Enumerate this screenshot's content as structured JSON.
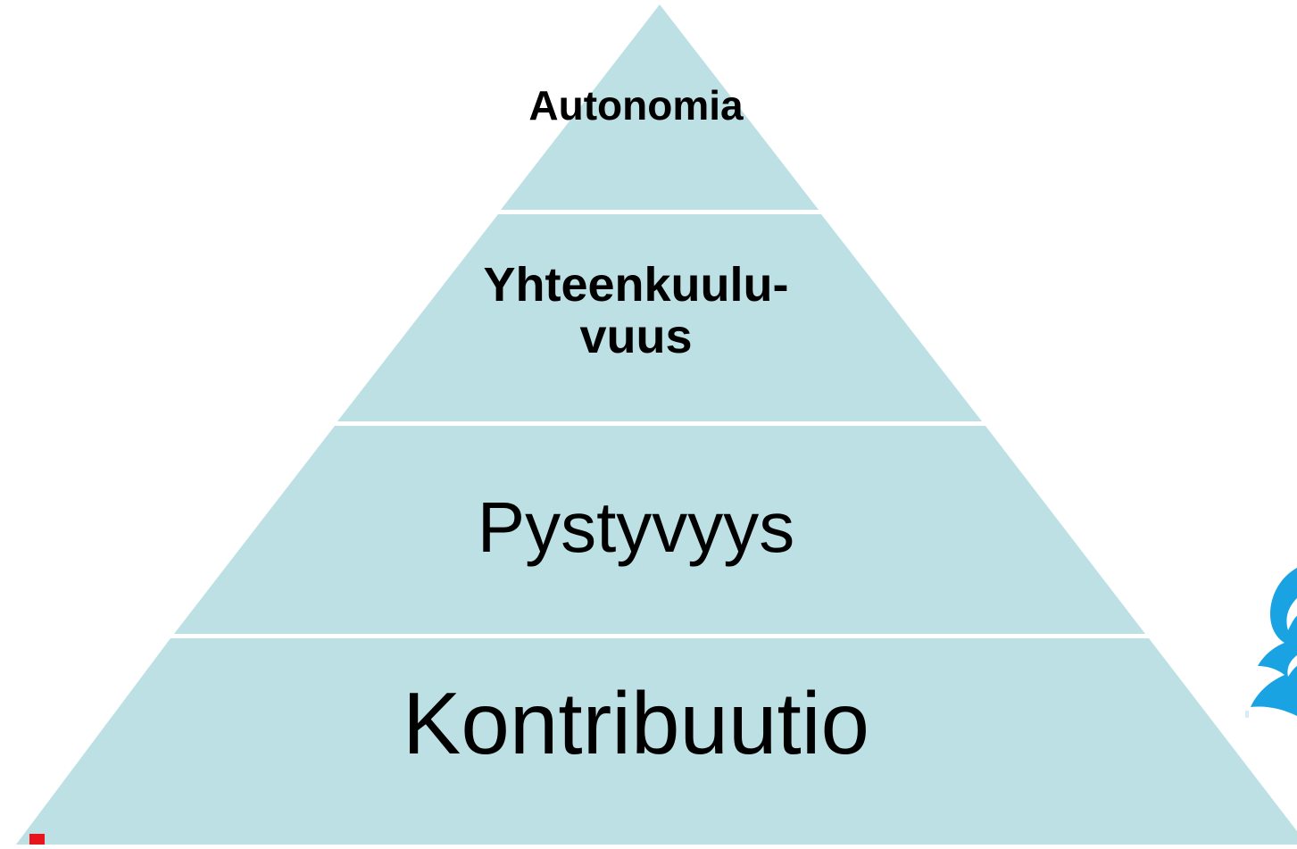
{
  "diagram": {
    "type": "pyramid",
    "levels": [
      {
        "label": "Autonomia",
        "weight": "bold"
      },
      {
        "label": "Yhteenkuulu-\nvuus",
        "weight": "bold"
      },
      {
        "label": "Pystyvyys",
        "weight": "normal"
      },
      {
        "label": "Kontribuutio",
        "weight": "normal"
      }
    ]
  },
  "colors": {
    "level_fill": "#bce0e3",
    "separator": "#ffffff",
    "text": "#000000",
    "accent_red": "#e8141c",
    "logo_blue": "#1aa3e2"
  },
  "decor": {
    "corner_mark": "red-mark",
    "side_logo": "blue-leaf-logo"
  }
}
